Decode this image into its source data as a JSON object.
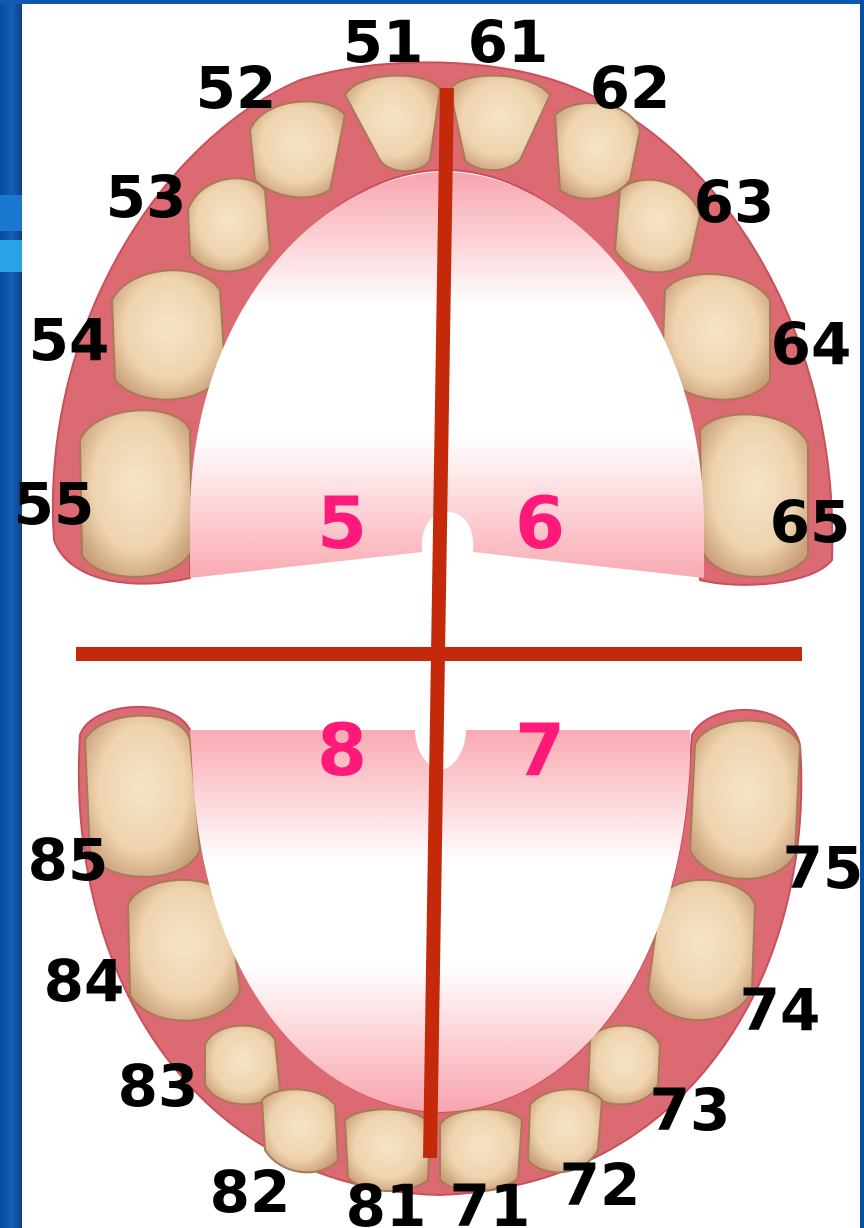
{
  "colors": {
    "line": "#c42a0a",
    "quadrant_label": "#ff1a7a",
    "tooth_label": "#000000",
    "gum": "#d9606a",
    "tooth": "#f0d9b8",
    "palate_top": "#f8aab2"
  },
  "quadrants": {
    "upper_right": "5",
    "upper_left": "6",
    "lower_left": "7",
    "lower_right": "8"
  },
  "teeth": {
    "t51": "51",
    "t52": "52",
    "t53": "53",
    "t54": "54",
    "t55": "55",
    "t61": "61",
    "t62": "62",
    "t63": "63",
    "t64": "64",
    "t65": "65",
    "t71": "71",
    "t72": "72",
    "t73": "73",
    "t74": "74",
    "t75": "75",
    "t81": "81",
    "t82": "82",
    "t83": "83",
    "t84": "84",
    "t85": "85"
  }
}
